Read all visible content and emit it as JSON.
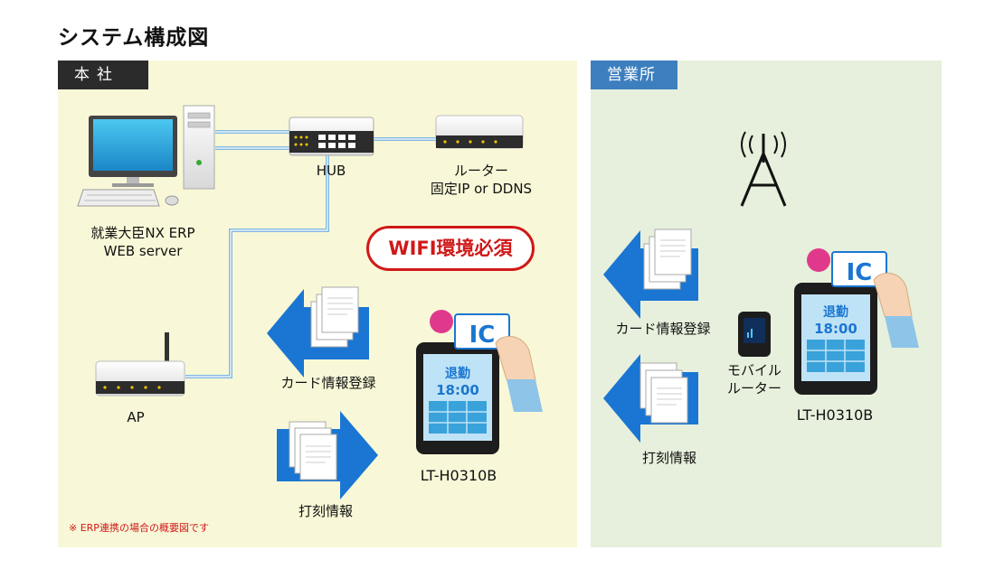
{
  "title": "システム構成図",
  "main": {
    "tag": "本社",
    "pc_label_1": "就業大臣NX ERP",
    "pc_label_2": "WEB server",
    "hub_label": "HUB",
    "router_label_1": "ルーター",
    "router_label_2": "固定IP or DDNS",
    "wifi_badge": "WIFI環境必須",
    "ap_label": "AP",
    "card_label": "カード情報登録",
    "punch_label": "打刻情報",
    "device_label": "LT-H0310B",
    "note": "※ ERP連携の場合の概要図です"
  },
  "branch": {
    "tag": "営業所",
    "card_label": "カード情報登録",
    "mobile_router_1": "モバイル",
    "mobile_router_2": "ルーター",
    "punch_label": "打刻情報",
    "device_label": "LT-H0310B"
  },
  "device_screen": {
    "status": "退勤",
    "time": "18:00"
  },
  "ic_card_text": "IC",
  "colors": {
    "main_bg": "#f8f8d8",
    "branch_bg": "#e6f0dc",
    "arrow_blue": "#1a76d2",
    "accent_red": "#d01818"
  }
}
